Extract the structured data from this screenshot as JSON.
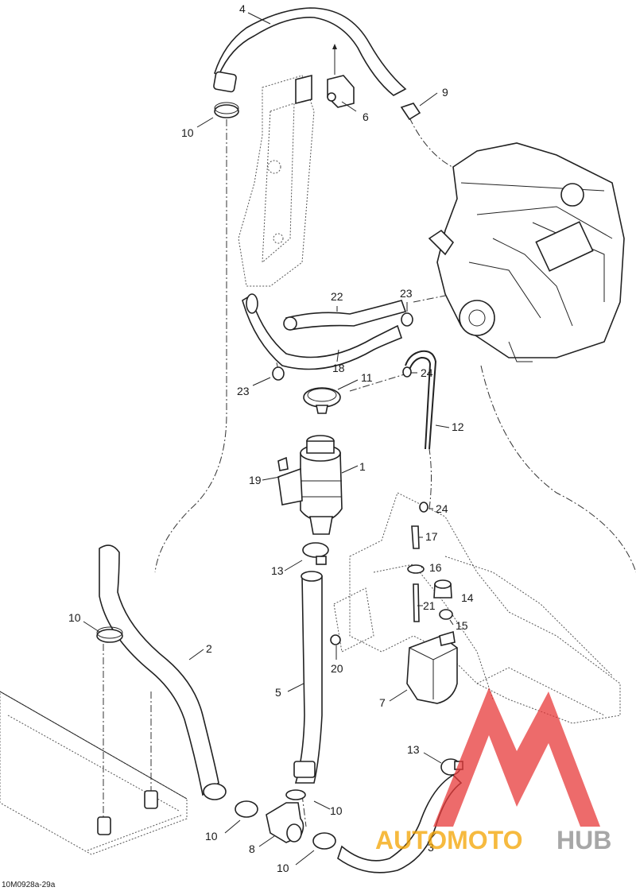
{
  "diagram_code": "10M0928a-29a",
  "watermark": {
    "part1": "AUTOMOTO",
    "part2": "HUB"
  },
  "colors": {
    "line": "#222222",
    "watermark_red": "#e83a3a",
    "watermark_orange": "#f4a300",
    "watermark_grey": "#8a8a8a"
  },
  "callouts": {
    "c1": "1",
    "c2": "2",
    "c3": "3",
    "c4": "4",
    "c5": "5",
    "c6": "6",
    "c7": "7",
    "c8": "8",
    "c9": "9",
    "c10a": "10",
    "c10b": "10",
    "c10c": "10",
    "c10d": "10",
    "c10e": "10",
    "c11": "11",
    "c12": "12",
    "c13a": "13",
    "c13b": "13",
    "c14": "14",
    "c15": "15",
    "c16": "16",
    "c17": "17",
    "c18": "18",
    "c19": "19",
    "c20": "20",
    "c21": "21",
    "c22": "22",
    "c23a": "23",
    "c23b": "23",
    "c24a": "24",
    "c24b": "24"
  }
}
